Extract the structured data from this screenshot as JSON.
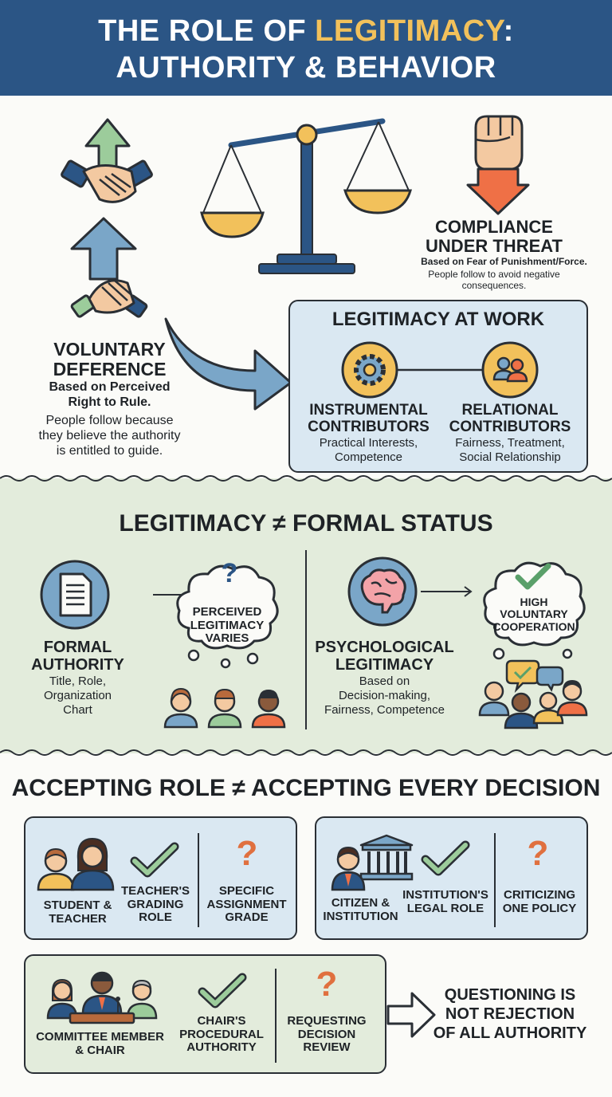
{
  "header": {
    "title_pre": "THE ROLE OF ",
    "title_highlight": "LEGITIMACY",
    "title_post": ":",
    "title_line2": "AUTHORITY & BEHAVIOR"
  },
  "voluntary": {
    "title1": "VOLUNTARY",
    "title2": "DEFERENCE",
    "basis1": "Based on Perceived",
    "basis2": "Right to Rule.",
    "desc1": "People follow because",
    "desc2": "they believe the authority",
    "desc3": "is entitled to guide."
  },
  "compliance": {
    "title1": "COMPLIANCE",
    "title2": "UNDER THREAT",
    "basis": "Based on Fear of Punishment/Force.",
    "desc1": "People follow to avoid negative",
    "desc2": "consequences."
  },
  "work": {
    "title": "LEGITIMACY AT WORK",
    "instrumental": {
      "t1": "INSTRUMENTAL",
      "t2": "CONTRIBUTORS",
      "d1": "Practical Interests,",
      "d2": "Competence"
    },
    "relational": {
      "t1": "RELATIONAL",
      "t2": "CONTRIBUTORS",
      "d1": "Fairness, Treatment,",
      "d2": "Social Relationship"
    }
  },
  "status": {
    "title": "LEGITIMACY ≠ FORMAL STATUS",
    "formal": {
      "t1": "FORMAL",
      "t2": "AUTHORITY",
      "d1": "Title, Role,",
      "d2": "Organization",
      "d3": "Chart"
    },
    "perceived": {
      "l1": "PERCEIVED",
      "l2": "LEGITIMACY",
      "l3": "VARIES"
    },
    "psych": {
      "t1": "PSYCHOLOGICAL",
      "t2": "LEGITIMACY",
      "d1": "Based on",
      "d2": "Decision-making,",
      "d3": "Fairness, Competence"
    },
    "cooperation": {
      "l1": "HIGH",
      "l2": "VOLUNTARY",
      "l3": "COOPERATION"
    }
  },
  "accepting": {
    "title": "ACCEPTING ROLE ≠ ACCEPTING EVERY DECISION",
    "c1": {
      "a1": "STUDENT &",
      "a2": "TEACHER",
      "b1": "TEACHER'S",
      "b2": "GRADING",
      "b3": "ROLE",
      "q1": "SPECIFIC",
      "q2": "ASSIGNMENT",
      "q3": "GRADE"
    },
    "c2": {
      "a1": "CITIZEN &",
      "a2": "INSTITUTION",
      "b1": "INSTITUTION'S",
      "b2": "LEGAL ROLE",
      "q1": "CRITICIZING",
      "q2": "ONE POLICY"
    },
    "c3": {
      "a1": "COMMITTEE MEMBER",
      "a2": "& CHAIR",
      "b1": "CHAIR'S",
      "b2": "PROCEDURAL",
      "b3": "AUTHORITY",
      "q1": "REQUESTING",
      "q2": "DECISION",
      "q3": "REVIEW"
    },
    "conclusion": {
      "l1": "QUESTIONING IS",
      "l2": "NOT REJECTION",
      "l3": "OF ALL AUTHORITY"
    }
  },
  "icons": [
    "handshake-icon",
    "scale-icon",
    "fist-icon",
    "gear-icon",
    "people-icon",
    "document-icon",
    "brain-icon",
    "question-icon",
    "check-icon",
    "building-icon"
  ],
  "colors": {
    "header": "#2b5585",
    "highlight": "#f2c15b",
    "blue_panel": "#dae8f2",
    "green_band": "#e3ecdc",
    "check": "#5aa06a",
    "question": "#e0703f",
    "arrow_blue": "#7aa6c8",
    "arrow_green": "#9ccc9b",
    "arrow_red": "#ef7046"
  }
}
